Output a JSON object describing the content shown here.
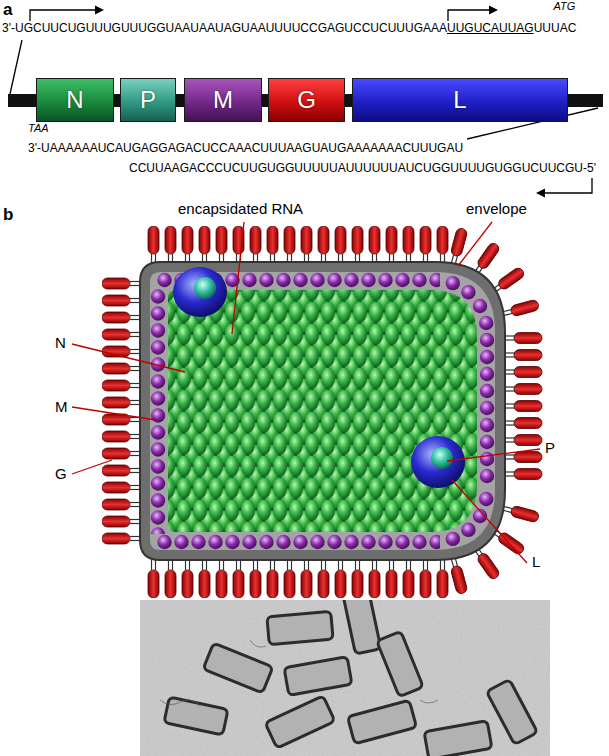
{
  "diagram": {
    "nodes": [
      {
        "text": [
          "N"
        ]
      },
      {
        "text": [
          "P"
        ]
      },
      {
        "text": [
          "M"
        ]
      },
      {
        "text": [
          "G"
        ]
      },
      {
        "text": [
          "L"
        ]
      }
    ],
    "edges": [],
    "labels": [
      "a",
      "ATG",
      "3'-UGCUUCUGUUUGUUUGGUAAUAAUAGUAAUUUUCCGAGUCCUCUUUGAAA",
      "UUGUCAUUAG",
      "UUUAC",
      "TAA",
      "3'-UAAAAAAUCAUGAGGAGACUCCAAACUUUAAGUAUGAAAAAAACUUUGAU",
      "CCUUAAGACCCUCUUGUGGUUUUUAUUUUUUAUCUGGUUUUGUGGUCUUCGU-5'",
      "b",
      "encapsidated RNA",
      "envelope",
      "N",
      "M",
      "G",
      "P",
      "L"
    ]
  }
}
